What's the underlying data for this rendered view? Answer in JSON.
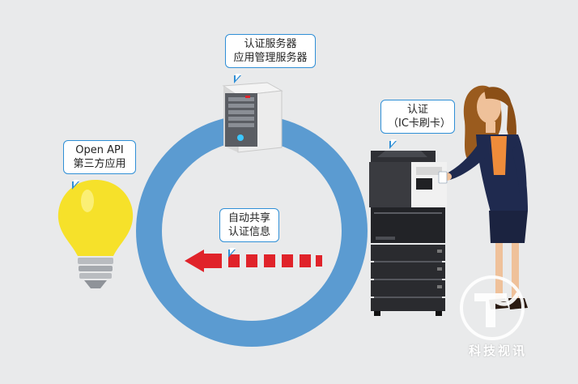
{
  "callouts": {
    "server": {
      "line1": "认证服务器",
      "line2": "应用管理服务器"
    },
    "api": {
      "line1": "Open API",
      "line2": "第三方应用"
    },
    "card": {
      "line1": "认证",
      "line2": "（IC卡刷卡）"
    },
    "share": {
      "line1": "自动共享",
      "line2": "认证信息"
    }
  },
  "watermark": {
    "text": "科技视讯"
  },
  "colors": {
    "ring": "#5b9bd1",
    "callout_border": "#2f8fd6",
    "arrow": "#e0232a",
    "bulb": "#f6e12a",
    "background": "#e9eaeb"
  },
  "icons": [
    "server-icon",
    "light-bulb-icon",
    "copier-icon",
    "woman-figure",
    "dashed-arrow-icon",
    "watermark-logo"
  ]
}
